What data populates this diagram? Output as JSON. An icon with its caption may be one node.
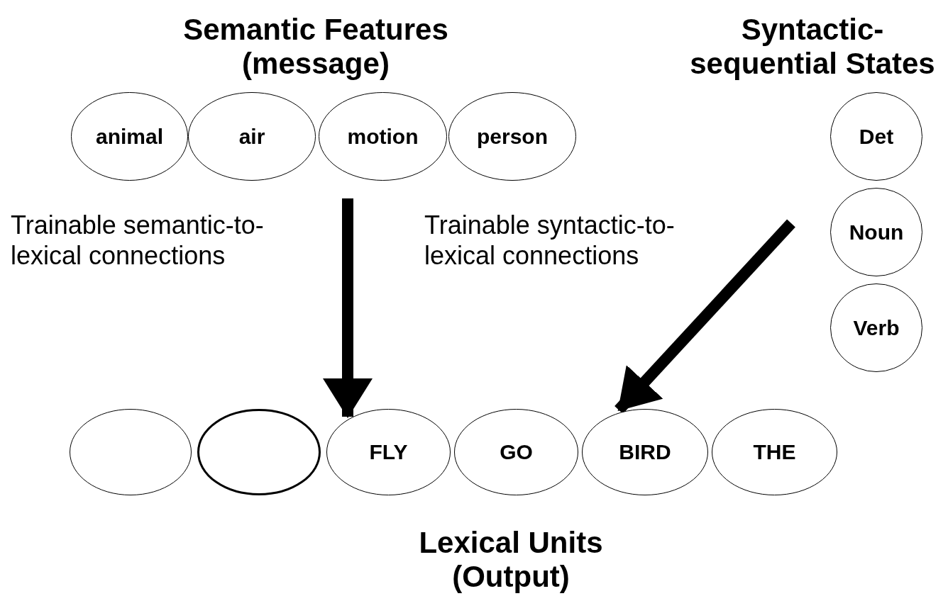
{
  "diagram": {
    "nodes": [
      {
        "text": [
          "animal"
        ]
      },
      {
        "text": [
          "air"
        ]
      },
      {
        "text": [
          "motion"
        ]
      },
      {
        "text": [
          "person"
        ]
      },
      {
        "text": [
          "Det"
        ]
      },
      {
        "text": [
          "Noun"
        ]
      },
      {
        "text": [
          "Verb"
        ]
      },
      {
        "text": [],
        "shape": "ellipse"
      },
      {
        "text": [],
        "shape": "ellipse"
      },
      {
        "text": [
          "FLY"
        ]
      },
      {
        "text": [
          "GO"
        ]
      },
      {
        "text": [
          "BIRD"
        ]
      },
      {
        "text": [
          "THE"
        ]
      }
    ],
    "edges": [
      {
        "from": null,
        "to": 9,
        "arrow": "to",
        "label": "Trainable semantic-to- lexical connections"
      },
      {
        "from": null,
        "to": 11,
        "arrow": "to",
        "label": "Trainable syntactic-to- lexical connections"
      }
    ],
    "labels": [
      "Semantic Features (message)",
      "Syntactic- sequential States",
      "Lexical Units (Output)"
    ]
  }
}
